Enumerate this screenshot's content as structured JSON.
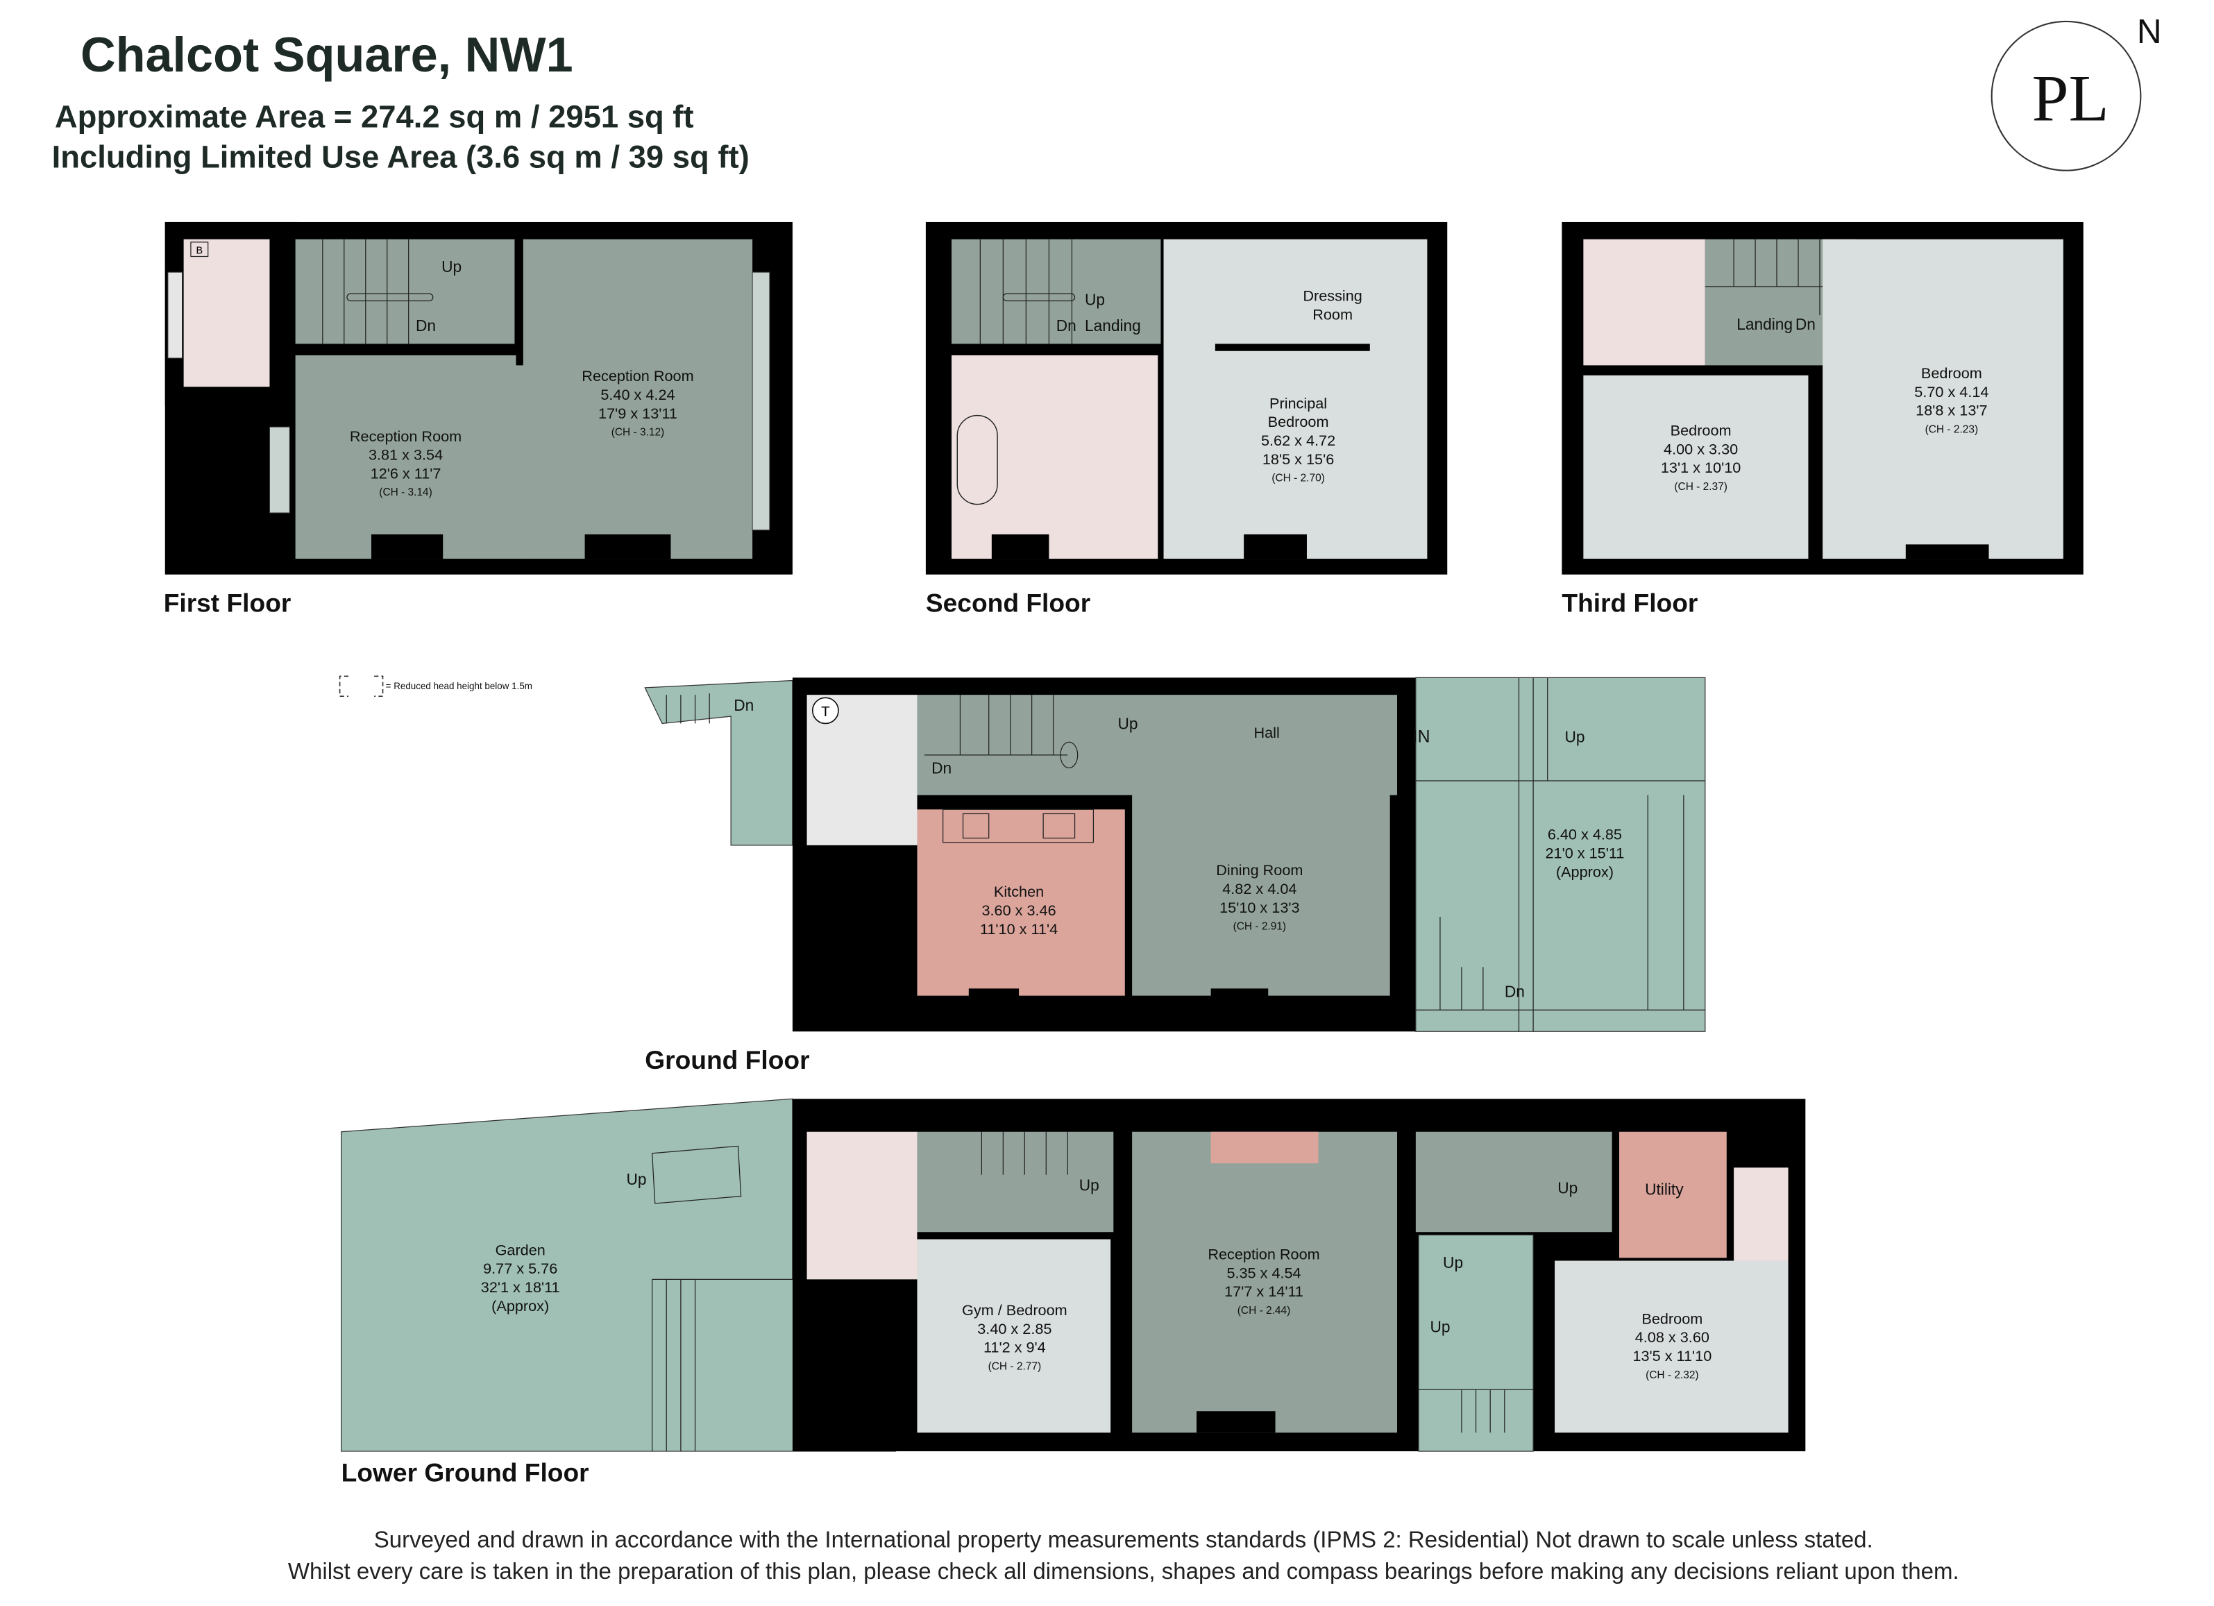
{
  "header": {
    "title": "Chalcot Square, NW1",
    "area": "Approximate Area = 274.2 sq m / 2951 sq ft",
    "limited_use": "Including Limited Use Area (3.6 sq m / 39 sq ft)"
  },
  "logo": {
    "text": "PL",
    "compass": "N"
  },
  "legend": {
    "text": "= Reduced head height below 1.5m"
  },
  "floors": {
    "first": {
      "name": "First Floor",
      "labels": {
        "up": "Up",
        "dn": "Dn",
        "boiler": "B"
      },
      "rooms": [
        {
          "name": "Reception Room",
          "metric": "5.40 x 4.24",
          "imperial": "17'9 x 13'11",
          "ch": "(CH - 3.12)"
        },
        {
          "name": "Reception Room",
          "metric": "3.81 x 3.54",
          "imperial": "12'6 x 11'7",
          "ch": "(CH - 3.14)"
        }
      ]
    },
    "second": {
      "name": "Second Floor",
      "labels": {
        "up": "Up",
        "dn": "Dn",
        "landing": "Landing",
        "dressing": "Dressing",
        "dressing2": "Room"
      },
      "rooms": [
        {
          "name": "Principal",
          "name2": "Bedroom",
          "metric": "5.62 x 4.72",
          "imperial": "18'5 x 15'6",
          "ch": "(CH - 2.70)"
        }
      ]
    },
    "third": {
      "name": "Third Floor",
      "labels": {
        "landing": "Landing",
        "dn": "Dn"
      },
      "rooms": [
        {
          "name": "Bedroom",
          "metric": "5.70 x 4.14",
          "imperial": "18'8 x 13'7",
          "ch": "(CH - 2.23)"
        },
        {
          "name": "Bedroom",
          "metric": "4.00 x 3.30",
          "imperial": "13'1 x 10'10",
          "ch": "(CH - 2.37)"
        }
      ]
    },
    "ground": {
      "name": "Ground Floor",
      "labels": {
        "dn": "Dn",
        "dn2": "Dn",
        "up": "Up",
        "hall": "Hall",
        "in": "IN",
        "up2": "Up",
        "dn3": "Dn",
        "tank": "T"
      },
      "rooms": [
        {
          "name": "Kitchen",
          "metric": "3.60 x 3.46",
          "imperial": "11'10 x 11'4"
        },
        {
          "name": "Dining Room",
          "metric": "4.82 x 4.04",
          "imperial": "15'10 x 13'3",
          "ch": "(CH - 2.91)"
        },
        {
          "metric": "6.40 x 4.85",
          "imperial": "21'0 x 15'11",
          "note": "(Approx)"
        }
      ]
    },
    "lower_ground": {
      "name": "Lower Ground Floor",
      "labels": {
        "up": "Up",
        "up2": "Up",
        "up3": "Up",
        "up4": "Up",
        "up5": "Up",
        "utility": "Utility"
      },
      "rooms": [
        {
          "name": "Garden",
          "metric": "9.77 x 5.76",
          "imperial": "32'1 x 18'11",
          "note": "(Approx)"
        },
        {
          "name": "Gym / Bedroom",
          "metric": "3.40 x 2.85",
          "imperial": "11'2 x 9'4",
          "ch": "(CH - 2.77)"
        },
        {
          "name": "Reception Room",
          "metric": "5.35 x 4.54",
          "imperial": "17'7 x 14'11",
          "ch": "(CH - 2.44)"
        },
        {
          "name": "Bedroom",
          "metric": "4.08 x 3.60",
          "imperial": "13'5 x 11'10",
          "ch": "(CH - 2.32)"
        }
      ]
    }
  },
  "footer": {
    "line1": "Surveyed and drawn in accordance with the International property measurements standards (IPMS 2: Residential) Not drawn to scale unless stated.",
    "line2": "Whilst every care is taken in the preparation of this plan, please check all dimensions, shapes and compass bearings before making any decisions reliant upon them."
  }
}
